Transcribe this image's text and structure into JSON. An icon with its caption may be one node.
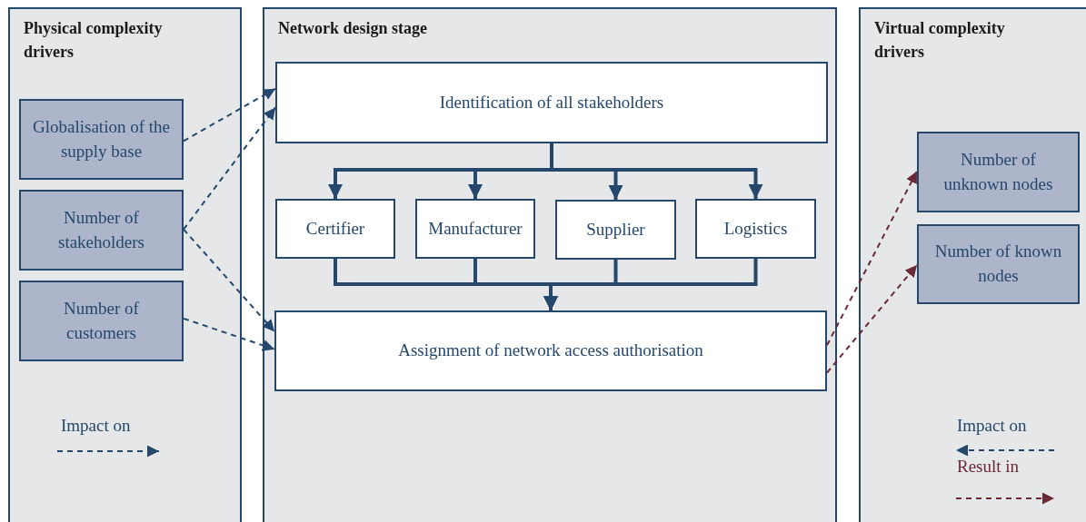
{
  "diagram": {
    "nodes": [
      {
        "text": [
          "Physical complexity drivers"
        ]
      },
      {
        "text": [
          "Globalisation of the supply base"
        ],
        "in": 0
      },
      {
        "text": [
          "Number of stakeholders"
        ],
        "in": 0
      },
      {
        "text": [
          "Number of customers"
        ],
        "in": 0
      },
      {
        "text": [
          "Network design stage"
        ]
      },
      {
        "text": [
          "Identification of all stakeholders"
        ],
        "in": 4
      },
      {
        "text": [
          "Certifier"
        ],
        "in": 4
      },
      {
        "text": [
          "Manufacturer"
        ],
        "in": 4
      },
      {
        "text": [
          "Supplier"
        ],
        "in": 4
      },
      {
        "text": [
          "Logistics"
        ],
        "in": 4
      },
      {
        "text": [
          "Assignment of network access authorisation"
        ],
        "in": 4
      },
      {
        "text": [
          "Virtual complexity drivers"
        ]
      },
      {
        "text": [
          "Number of unknown nodes"
        ],
        "in": 11
      },
      {
        "text": [
          "Number of known nodes"
        ],
        "in": 11
      }
    ],
    "edges": [
      {
        "from": 1,
        "to": 5,
        "arrow": "to",
        "style": "dashed"
      },
      {
        "from": 2,
        "to": 5,
        "arrow": "to",
        "style": "dashed"
      },
      {
        "from": 2,
        "to": 10,
        "arrow": "to",
        "style": "dashed"
      },
      {
        "from": 3,
        "to": 10,
        "arrow": "to",
        "style": "dashed"
      },
      {
        "from": 5,
        "to": 6,
        "arrow": "to"
      },
      {
        "from": 5,
        "to": 7,
        "arrow": "to"
      },
      {
        "from": 5,
        "to": 8,
        "arrow": "to"
      },
      {
        "from": 5,
        "to": 9,
        "arrow": "to"
      },
      {
        "from": 6,
        "to": 10,
        "arrow": "to"
      },
      {
        "from": 7,
        "to": 10,
        "arrow": "to"
      },
      {
        "from": 8,
        "to": 10,
        "arrow": "to"
      },
      {
        "from": 9,
        "to": 10,
        "arrow": "to"
      },
      {
        "from": 10,
        "to": 12,
        "arrow": "to",
        "style": "dashed",
        "color": "#6b2836"
      },
      {
        "from": 10,
        "to": 13,
        "arrow": "to",
        "style": "dashed",
        "color": "#6b2836"
      }
    ],
    "legend": [
      {
        "text": "Impact on"
      },
      {
        "text": "Impact on"
      },
      {
        "text": "Result in"
      }
    ]
  }
}
